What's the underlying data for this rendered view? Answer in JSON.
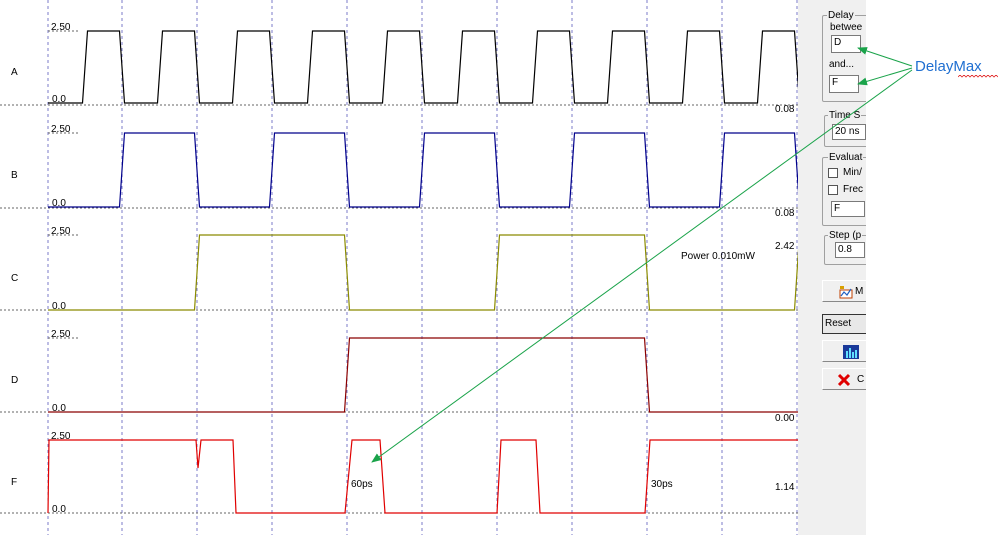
{
  "signals": [
    {
      "name": "A",
      "color": "#000000",
      "high": "2.50",
      "low": "0.0",
      "value": "0.08",
      "edges": [
        85,
        122,
        160,
        197,
        235,
        272,
        310,
        347,
        385,
        422,
        460,
        497,
        535,
        572,
        610,
        647,
        685,
        722,
        760,
        797
      ]
    },
    {
      "name": "B",
      "color": "#00008b",
      "high": "2.50",
      "low": "0.0",
      "value": "0.08",
      "edges": [
        122,
        197,
        272,
        347,
        422,
        497,
        572,
        647,
        722,
        797
      ]
    },
    {
      "name": "C",
      "color": "#8b8b00",
      "high": "2.50",
      "low": "0.0",
      "value": "2.42",
      "edges": [
        197,
        347,
        497,
        647,
        797
      ]
    },
    {
      "name": "D",
      "color": "#8b0000",
      "high": "2.50",
      "low": "0.0",
      "value": "0.00",
      "edges": [
        347,
        647
      ]
    },
    {
      "name": "F",
      "color": "#e00000",
      "high": "2.50",
      "low": "0.0",
      "value": "1.14"
    }
  ],
  "annotations": {
    "power": "Power 0.010mW",
    "delay1": "60ps",
    "delay2": "30ps"
  },
  "panel": {
    "delay_title": "Delay",
    "between_label": "betwee",
    "from_value": "D",
    "and_label": "and...",
    "to_value": "F",
    "timescale_title": "Time S",
    "timescale_value": "20 ns",
    "evaluate_title": "Evaluat",
    "minmax_label": "Min/",
    "freq_label": "Frec",
    "eval_value": "F",
    "step_title": "Step (p",
    "step_value": "0.8",
    "btn_measure": "M",
    "btn_reset": "Reset",
    "btn_close": "C"
  },
  "callout_text": "DelayMax",
  "colors": {
    "grid": "#7b7bc8",
    "callout_arrow": "#1aa34a",
    "callout_text": "#1f6fd1"
  }
}
